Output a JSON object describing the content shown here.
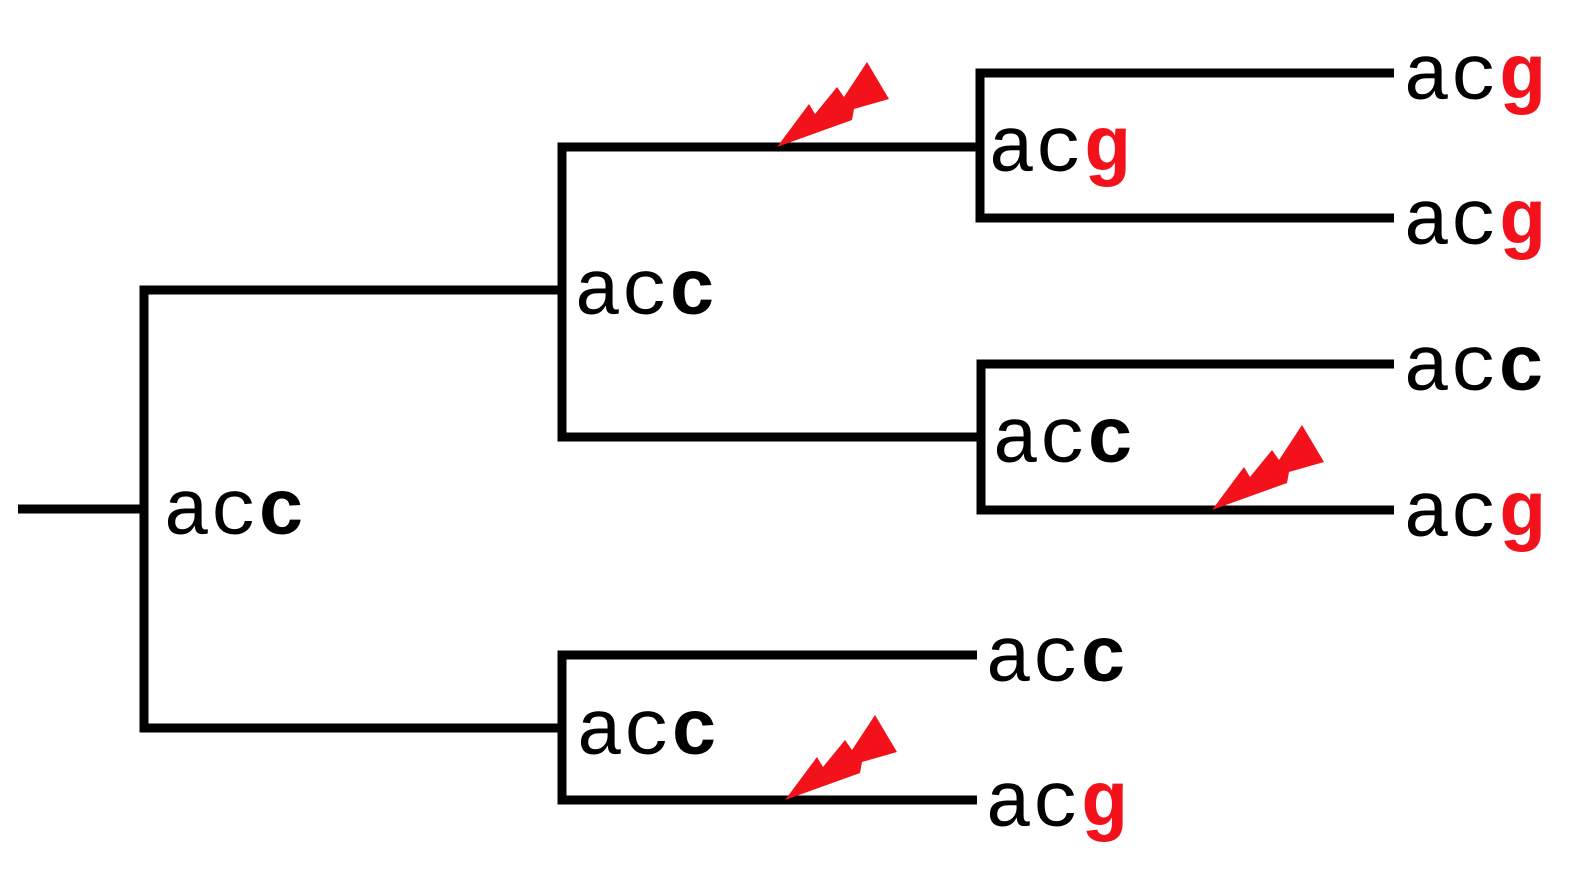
{
  "diagram": {
    "type": "phylogenetic-tree",
    "background_color": "#ffffff",
    "branch_color": "#000000",
    "mutated_char_color": "#f3121b",
    "mutation_icon": "lightning-bolt",
    "mutation_count": 3,
    "labels": [
      {
        "role": "root-node",
        "prefix": "ac",
        "last": "c",
        "full": "acc",
        "mutated": false
      },
      {
        "role": "internal-node-top",
        "prefix": "ac",
        "last": "c",
        "full": "acc",
        "mutated": false
      },
      {
        "role": "internal-node-top-upper",
        "prefix": "ac",
        "last": "g",
        "full": "acg",
        "mutated": true
      },
      {
        "role": "leaf-1",
        "prefix": "ac",
        "last": "g",
        "full": "acg",
        "mutated": true
      },
      {
        "role": "leaf-2",
        "prefix": "ac",
        "last": "g",
        "full": "acg",
        "mutated": true
      },
      {
        "role": "internal-node-middle",
        "prefix": "ac",
        "last": "c",
        "full": "acc",
        "mutated": false
      },
      {
        "role": "leaf-3",
        "prefix": "ac",
        "last": "c",
        "full": "acc",
        "mutated": false
      },
      {
        "role": "leaf-4",
        "prefix": "ac",
        "last": "g",
        "full": "acg",
        "mutated": true
      },
      {
        "role": "internal-node-bottom",
        "prefix": "ac",
        "last": "c",
        "full": "acc",
        "mutated": false
      },
      {
        "role": "leaf-5",
        "prefix": "ac",
        "last": "c",
        "full": "acc",
        "mutated": false
      },
      {
        "role": "leaf-6",
        "prefix": "ac",
        "last": "g",
        "full": "acg",
        "mutated": true
      }
    ],
    "mutations": [
      {
        "icon": "lightning-bolt-icon",
        "on_branch_to": "internal-node-top-upper (acg)"
      },
      {
        "icon": "lightning-bolt-icon",
        "on_branch_to": "leaf-4 (acg)"
      },
      {
        "icon": "lightning-bolt-icon",
        "on_branch_to": "leaf-6 (acg)"
      }
    ]
  }
}
